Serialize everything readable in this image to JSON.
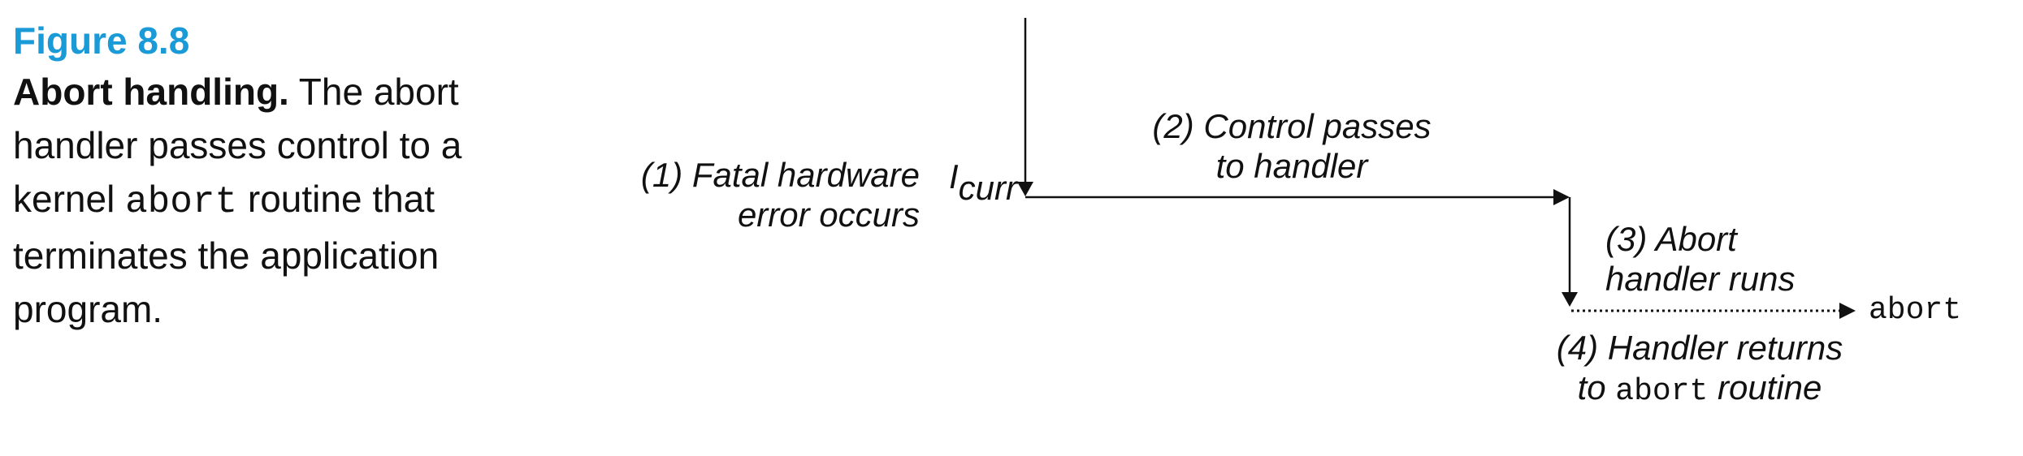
{
  "caption": {
    "figure_label": "Figure 8.8",
    "title": "Abort handling.",
    "text_part1": " The abort handler passes control to a kernel ",
    "code_word": "abort",
    "text_part2": " routine that terminates the application program."
  },
  "diagram": {
    "step1_line1": "(1) Fatal hardware",
    "step1_line2": "error occurs",
    "instr_main": "I",
    "instr_sub": "curr",
    "step2_line1": "(2) Control passes",
    "step2_line2": "to handler",
    "step3_line1": "(3) Abort",
    "step3_line2": "handler runs",
    "abort_label": "abort",
    "step4_line1": "(4) Handler returns",
    "step4_line2_pre": "to ",
    "step4_line2_code": "abort",
    "step4_line2_post": " routine"
  }
}
